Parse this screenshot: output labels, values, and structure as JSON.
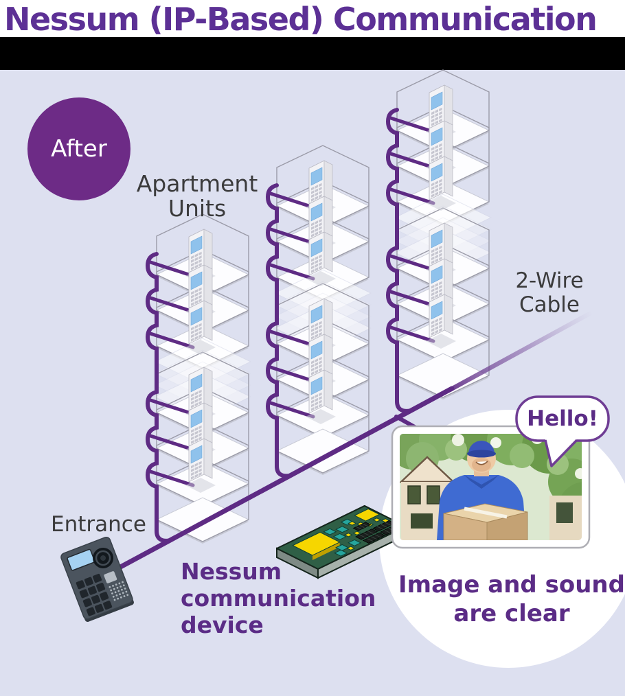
{
  "title": "Nessum (IP-Based) Communication",
  "badge": {
    "label": "After"
  },
  "labels": {
    "apartment_units": "Apartment\nUnits",
    "two_wire_cable": "2-Wire\nCable",
    "entrance": "Entrance",
    "nessum_device": "Nessum\ncommunication\ndevice",
    "caption": "Image and sound\nare clear",
    "speech_bubble": "Hello!"
  },
  "colors": {
    "title_purple": "#5c3095",
    "badge_purple": "#6d2b86",
    "cable_purple": "#5e2b84",
    "label_purple": "#5b2c86",
    "background_lavender": "#dde0f0",
    "text_gray": "#3b3b3c",
    "board_green": "#2f5f46",
    "chip_yellow": "#f6d600",
    "chip_teal": "#26a59d"
  },
  "diagram": {
    "towers_count": 3,
    "intercom_units_per_tower": 6,
    "hidden_floors_indicated": true
  }
}
